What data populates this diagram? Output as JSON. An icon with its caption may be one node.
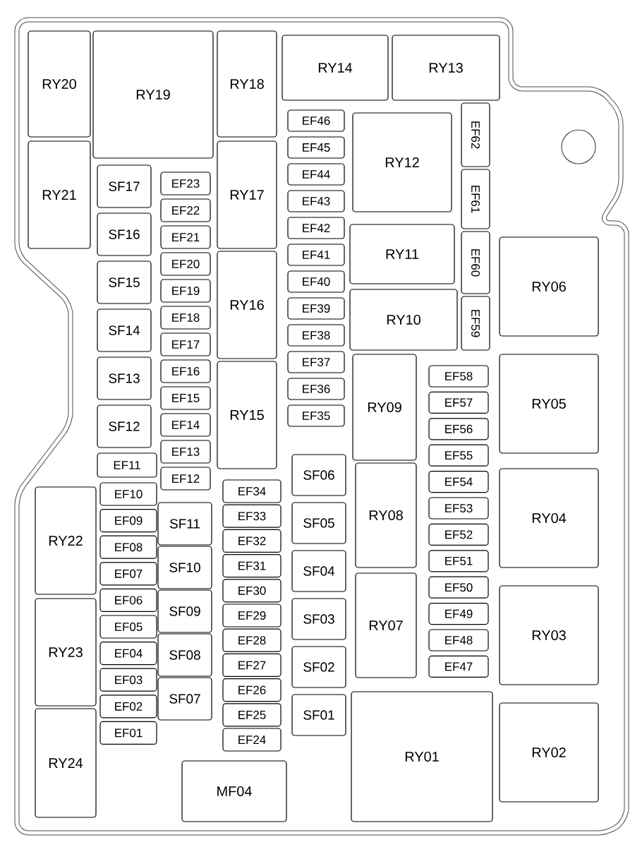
{
  "diagram": {
    "nodes": [
      {
        "text": [
          "RY20"
        ]
      },
      {
        "text": [
          "RY19"
        ]
      },
      {
        "text": [
          "RY18"
        ]
      },
      {
        "text": [
          "RY14"
        ]
      },
      {
        "text": [
          "RY13"
        ]
      },
      {
        "text": [
          "RY21"
        ]
      },
      {
        "text": [
          "SF17"
        ]
      },
      {
        "text": [
          "SF16"
        ]
      },
      {
        "text": [
          "SF15"
        ]
      },
      {
        "text": [
          "SF14"
        ]
      },
      {
        "text": [
          "SF13"
        ]
      },
      {
        "text": [
          "SF12"
        ]
      },
      {
        "text": [
          "EF23"
        ]
      },
      {
        "text": [
          "EF22"
        ]
      },
      {
        "text": [
          "EF21"
        ]
      },
      {
        "text": [
          "EF20"
        ]
      },
      {
        "text": [
          "EF19"
        ]
      },
      {
        "text": [
          "EF18"
        ]
      },
      {
        "text": [
          "EF17"
        ]
      },
      {
        "text": [
          "EF16"
        ]
      },
      {
        "text": [
          "EF15"
        ]
      },
      {
        "text": [
          "EF14"
        ]
      },
      {
        "text": [
          "EF13"
        ]
      },
      {
        "text": [
          "EF12"
        ]
      },
      {
        "text": [
          "RY17"
        ]
      },
      {
        "text": [
          "RY16"
        ]
      },
      {
        "text": [
          "RY15"
        ]
      },
      {
        "text": [
          "EF46"
        ]
      },
      {
        "text": [
          "EF45"
        ]
      },
      {
        "text": [
          "EF44"
        ]
      },
      {
        "text": [
          "EF43"
        ]
      },
      {
        "text": [
          "EF42"
        ]
      },
      {
        "text": [
          "EF41"
        ]
      },
      {
        "text": [
          "EF40"
        ]
      },
      {
        "text": [
          "EF39"
        ]
      },
      {
        "text": [
          "EF38"
        ]
      },
      {
        "text": [
          "EF37"
        ]
      },
      {
        "text": [
          "EF36"
        ]
      },
      {
        "text": [
          "EF35"
        ]
      },
      {
        "text": [
          "RY12"
        ]
      },
      {
        "text": [
          "RY11"
        ]
      },
      {
        "text": [
          "RY10"
        ]
      },
      {
        "text": [
          "EF62"
        ]
      },
      {
        "text": [
          "EF61"
        ]
      },
      {
        "text": [
          "EF60"
        ]
      },
      {
        "text": [
          "EF59"
        ]
      },
      {
        "text": [
          "RY06"
        ]
      },
      {
        "text": [
          "RY09"
        ]
      },
      {
        "text": [
          "EF58"
        ]
      },
      {
        "text": [
          "EF57"
        ]
      },
      {
        "text": [
          "EF56"
        ]
      },
      {
        "text": [
          "EF55"
        ]
      },
      {
        "text": [
          "EF54"
        ]
      },
      {
        "text": [
          "EF53"
        ]
      },
      {
        "text": [
          "EF52"
        ]
      },
      {
        "text": [
          "EF51"
        ]
      },
      {
        "text": [
          "EF50"
        ]
      },
      {
        "text": [
          "EF49"
        ]
      },
      {
        "text": [
          "EF48"
        ]
      },
      {
        "text": [
          "EF47"
        ]
      },
      {
        "text": [
          "RY05"
        ]
      },
      {
        "text": [
          "RY08"
        ]
      },
      {
        "text": [
          "RY07"
        ]
      },
      {
        "text": [
          "RY04"
        ]
      },
      {
        "text": [
          "RY03"
        ]
      },
      {
        "text": [
          "RY01"
        ]
      },
      {
        "text": [
          "RY02"
        ]
      },
      {
        "text": [
          "SF06"
        ]
      },
      {
        "text": [
          "SF05"
        ]
      },
      {
        "text": [
          "SF04"
        ]
      },
      {
        "text": [
          "SF03"
        ]
      },
      {
        "text": [
          "SF02"
        ]
      },
      {
        "text": [
          "SF01"
        ]
      },
      {
        "text": [
          "EF11"
        ]
      },
      {
        "text": [
          "EF10"
        ]
      },
      {
        "text": [
          "EF09"
        ]
      },
      {
        "text": [
          "EF08"
        ]
      },
      {
        "text": [
          "EF07"
        ]
      },
      {
        "text": [
          "EF06"
        ]
      },
      {
        "text": [
          "EF05"
        ]
      },
      {
        "text": [
          "EF04"
        ]
      },
      {
        "text": [
          "EF03"
        ]
      },
      {
        "text": [
          "EF02"
        ]
      },
      {
        "text": [
          "EF01"
        ]
      },
      {
        "text": [
          "SF11"
        ]
      },
      {
        "text": [
          "SF10"
        ]
      },
      {
        "text": [
          "SF09"
        ]
      },
      {
        "text": [
          "SF08"
        ]
      },
      {
        "text": [
          "SF07"
        ]
      },
      {
        "text": [
          "RY22"
        ]
      },
      {
        "text": [
          "RY23"
        ]
      },
      {
        "text": [
          "RY24"
        ]
      },
      {
        "text": [
          "EF34"
        ]
      },
      {
        "text": [
          "EF33"
        ]
      },
      {
        "text": [
          "EF32"
        ]
      },
      {
        "text": [
          "EF31"
        ]
      },
      {
        "text": [
          "EF30"
        ]
      },
      {
        "text": [
          "EF29"
        ]
      },
      {
        "text": [
          "EF28"
        ]
      },
      {
        "text": [
          "EF27"
        ]
      },
      {
        "text": [
          "EF26"
        ]
      },
      {
        "text": [
          "EF25"
        ]
      },
      {
        "text": [
          "EF24"
        ]
      },
      {
        "text": [
          "MF04"
        ]
      }
    ]
  }
}
